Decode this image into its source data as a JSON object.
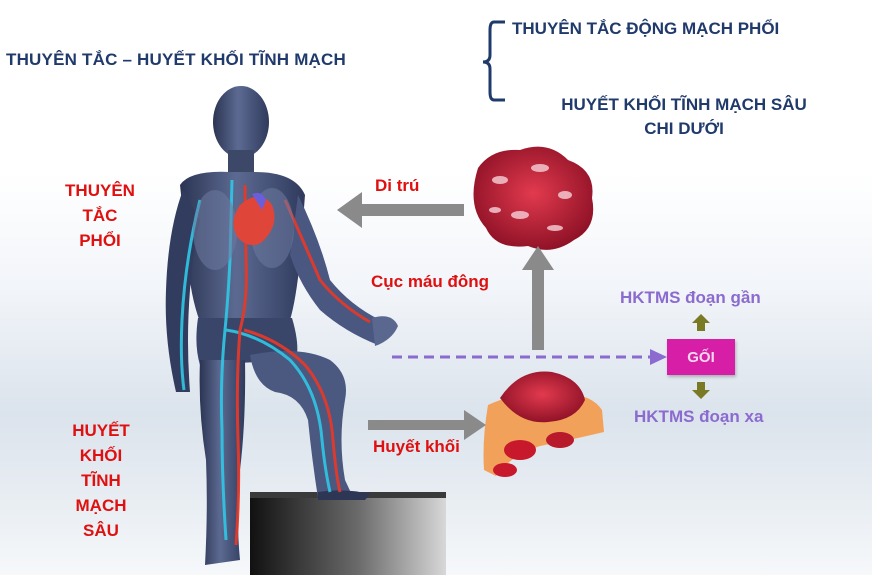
{
  "title": "THUYÊN TẮC – HUYẾT KHỐI TĨNH MẠCH",
  "branches": [
    "THUYÊN TẮC ĐỘNG MẠCH PHỔI",
    "HUYẾT KHỐI TĨNH MẠCH SÂU",
    "CHI DƯỚI"
  ],
  "pulmonary_embolism": [
    "THUYÊN",
    "TẮC",
    "PHỔI"
  ],
  "deep_vein_thrombosis": [
    "HUYẾT",
    "KHỐI",
    "TĨNH",
    "MẠCH",
    "SÂU"
  ],
  "labels": {
    "migration": "Di trú",
    "clot": "Cục máu đông",
    "thrombus": "Huyết khối",
    "proximal": "HKTMS đoạn gần",
    "distal": "HKTMS đoạn xa",
    "knee": "GỐI"
  },
  "colors": {
    "navy_text": "#1f3a6b",
    "red_text": "#e01010",
    "purple_text": "#8b6bcf",
    "knee_box": "#d61ea7",
    "arrow_gray": "#8a8a8a",
    "small_arrow": "#7a7a25"
  },
  "icons": [
    "human-body-figure",
    "blood-clot-icon",
    "vein-thrombus-icon",
    "step-block"
  ]
}
